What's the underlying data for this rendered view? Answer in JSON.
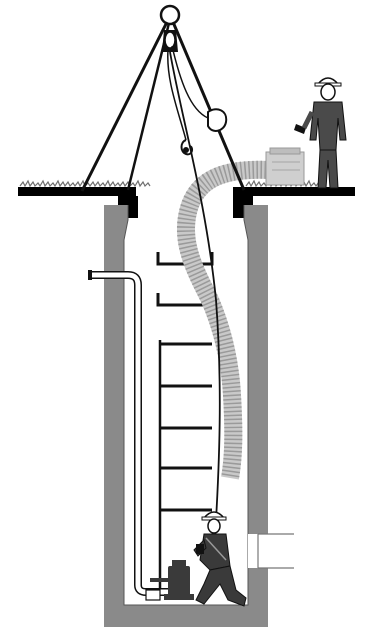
{
  "figure": {
    "subject": "confined-space-manhole-entry",
    "components": [
      "tripod-hoist",
      "ground-surface",
      "manhole-shaft",
      "ladder-rungs",
      "ventilation-duct",
      "blower-unit",
      "attendant",
      "entrant-worker",
      "sump-pump",
      "discharge-pipe",
      "side-inlet-pipe"
    ],
    "colors": {
      "wall": "#8a8a8a",
      "ink": "#111111",
      "duct": "#c9c9c9",
      "duct_ribs": "#9a9a9a",
      "ground": "#000000",
      "grass": "#6f6f6f",
      "pump": "#3a3a3a"
    }
  }
}
